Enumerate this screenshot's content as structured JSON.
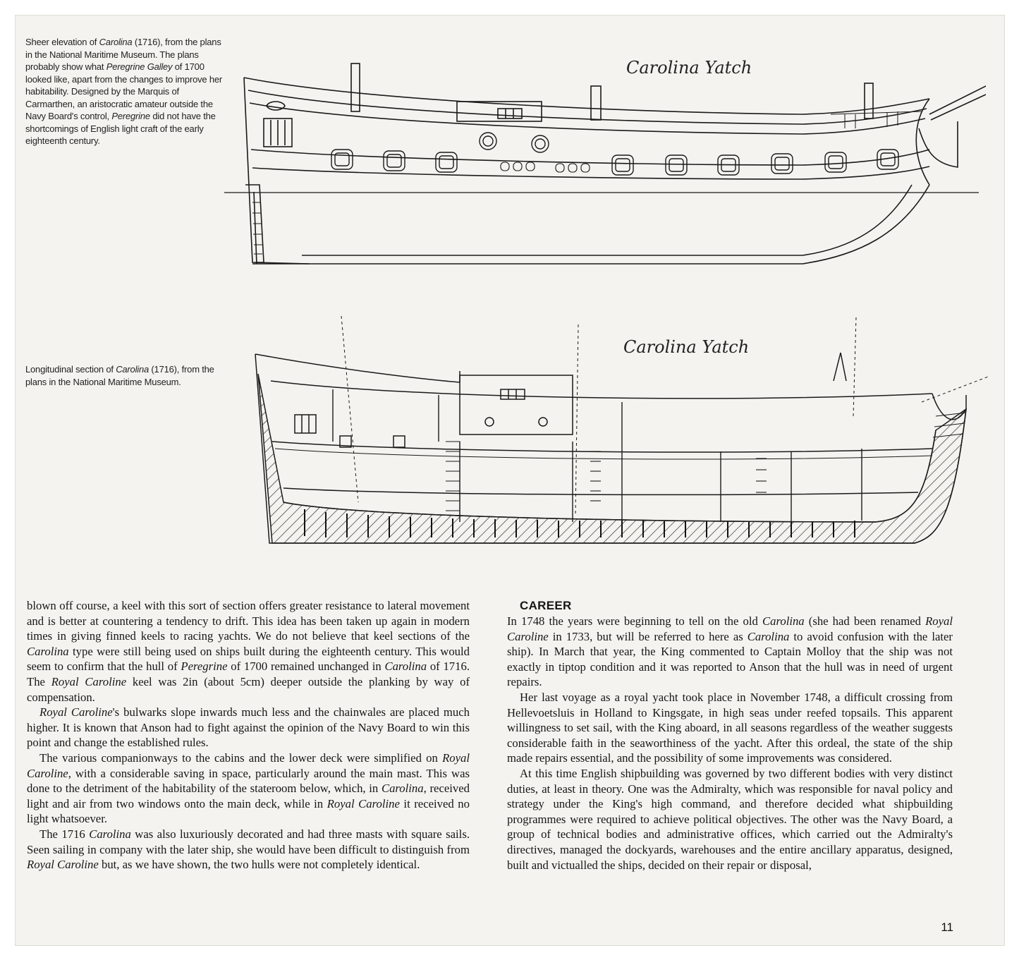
{
  "captions": {
    "sheer": {
      "a": "Sheer elevation of ",
      "ship": "Carolina",
      "b": " (1716), from the plans in the National Maritime Museum. The plans probably show what ",
      "ship2": "Peregrine Galley",
      "c": " of 1700 looked like, apart from the changes to improve her habitability. Designed by the Marquis of Carmarthen, an aristocratic amateur outside the Navy Board's control, ",
      "ship3": "Peregrine",
      "d": " did not have the shortcomings of English light craft of the early eighteenth century."
    },
    "section": {
      "a": "Longitudinal section of ",
      "ship": "Carolina",
      "b": " (1716), from the plans in the National Maritime Museum."
    }
  },
  "drawings": {
    "sheer_label": "Carolina Yatch",
    "section_label": "Carolina Yatch"
  },
  "left_column": {
    "p1": {
      "a": "blown off course, a keel with this sort of section offers greater resistance to lateral movement and is better at countering a tendency to drift. This idea has been taken up again in modern times in giving finned keels to racing yachts. We do not believe that keel sections of the ",
      "i1": "Carolina",
      "b": " type were still being used on ships built during the eighteenth century. This would seem to confirm that the hull of ",
      "i2": "Peregrine",
      "c": " of 1700 remained unchanged in ",
      "i3": "Carolina",
      "d": " of 1716. The ",
      "i4": "Royal Caroline",
      "e": " keel was 2in (about 5cm) deeper outside the planking by way of compensation."
    },
    "p2": {
      "i1": "Royal Caroline",
      "a": "'s bulwarks slope inwards much less and the chainwales are placed much higher. It is known that Anson had to fight against the opinion of the Navy Board to win this point and change the established rules."
    },
    "p3": {
      "a": "The various companionways to the cabins and the lower deck were simplified on ",
      "i1": "Royal Caroline",
      "b": ", with a considerable saving in space, particularly around the main mast. This was done to the detriment of the habitability of the stateroom below, which, in ",
      "i2": "Carolina",
      "c": ", received light and air from two windows onto the main deck, while in ",
      "i3": "Royal Caroline",
      "d": " it received no light whatsoever."
    },
    "p4": {
      "a": "The 1716 ",
      "i1": "Carolina",
      "b": " was also luxuriously decorated and had three masts with square sails. Seen sailing in company with the later ship, she would have been difficult to distinguish from ",
      "i2": "Royal Caroline",
      "c": " but, as we have shown, the two hulls were not completely identical."
    }
  },
  "right_column": {
    "heading": "CAREER",
    "p1": {
      "a": "In 1748 the years were beginning to tell on the old ",
      "i1": "Carolina",
      "b": " (she had been renamed ",
      "i2": "Royal Caroline",
      "c": " in 1733, but will be referred to here as ",
      "i3": "Carolina",
      "d": " to avoid confusion with the later ship). In March that year, the King commented to Captain Molloy that the ship was not exactly in tiptop condition and it was reported to Anson that the hull was in need of urgent repairs."
    },
    "p2": "Her last voyage as a royal yacht took place in November 1748, a difficult crossing from Hellevoetsluis in Holland to Kingsgate, in high seas under reefed topsails. This apparent willingness to set sail, with the King aboard, in all seasons regardless of the weather suggests considerable faith in the seaworthiness of the yacht. After this ordeal, the state of the ship made repairs essential, and the possibility of some improvements was considered.",
    "p3": "At this time English shipbuilding was governed by two different bodies with very distinct duties, at least in theory. One was the Admiralty, which was responsible for naval policy and strategy under the King's high command, and therefore decided what shipbuilding programmes were required to achieve political objectives. The other was the Navy Board, a group of technical bodies and administrative offices, which carried out the Admiralty's directives, managed the dockyards, warehouses and the entire ancillary apparatus, designed, built and victualled the ships, decided on their repair or disposal,"
  },
  "page_number": "11"
}
